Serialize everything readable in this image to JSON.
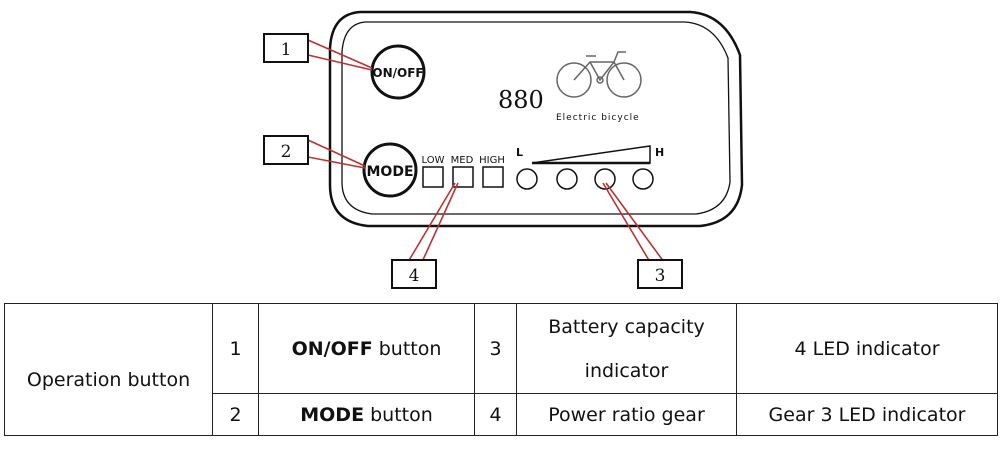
{
  "display": {
    "power_button": "ON/OFF",
    "mode_button": "MODE",
    "speed_reading": "880",
    "logo_text": "Electric bicycle",
    "gear_labels": [
      "LOW",
      "MED",
      "HIGH"
    ],
    "battery_low": "L",
    "battery_high": "H"
  },
  "callouts": [
    "1",
    "2",
    "3",
    "4"
  ],
  "table": {
    "group_label": "Operation button",
    "rows": [
      {
        "num_a": "1",
        "name_bold": "ON/OFF",
        "name_rest": " button",
        "num_b": "3",
        "desc": "Battery capacity indicator",
        "detail": "4 LED indicator"
      },
      {
        "num_a": "2",
        "name_bold": "MODE",
        "name_rest": " button",
        "num_b": "4",
        "desc": "Power ratio gear",
        "detail": "Gear 3 LED indicator"
      }
    ]
  }
}
